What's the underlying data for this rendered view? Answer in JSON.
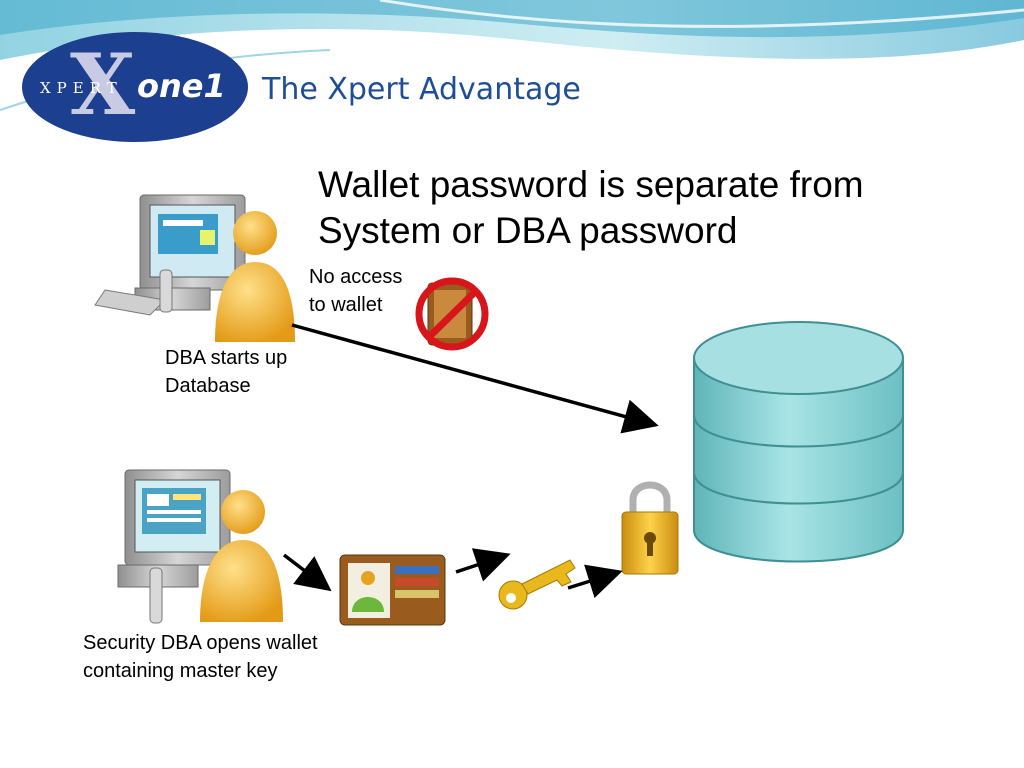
{
  "header": {
    "logo_text": "XPERTone1",
    "title": "The Xpert Advantage"
  },
  "main": {
    "headline_lines": [
      "Wallet password is separate from",
      "System or DBA password"
    ],
    "no_access_lines": [
      "No access",
      "to wallet"
    ],
    "dba_caption_lines": [
      "DBA starts up",
      "Database"
    ],
    "security_caption_lines": [
      "Security DBA opens wallet",
      "containing master key"
    ]
  },
  "colors": {
    "title": "#1f4e99",
    "logo_bg": "#1c3f8f",
    "database": "#9fdde0",
    "person": "#f2b233",
    "wallet": "#9a5b1e",
    "key": "#e8b81c",
    "prohibited": "#d8151b"
  },
  "icons": [
    "workstation-icon",
    "dba-person-icon",
    "security-dba-person-icon",
    "wallet-icon",
    "prohibited-icon",
    "key-icon",
    "padlock-icon",
    "database-icon"
  ]
}
